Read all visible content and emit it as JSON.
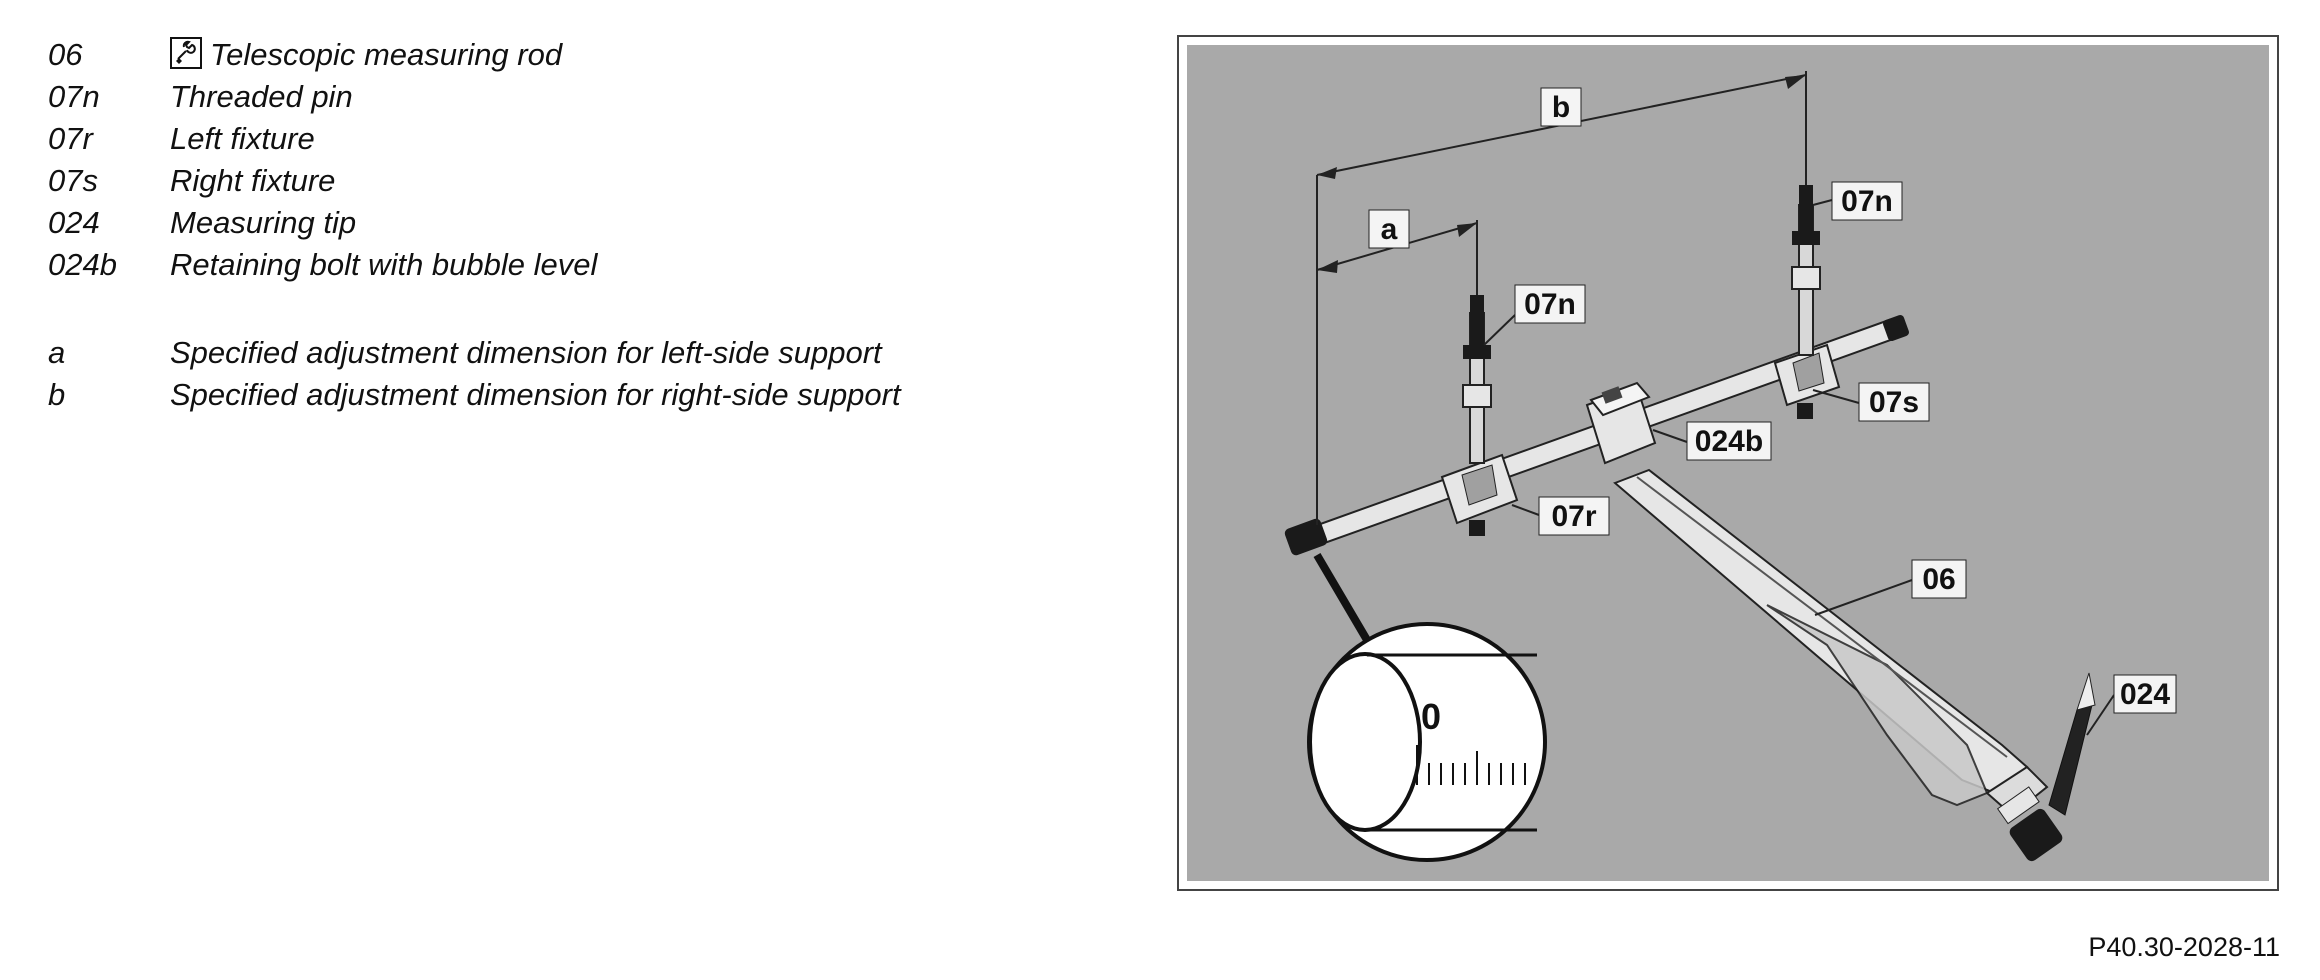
{
  "legend": {
    "items": [
      {
        "code": "06",
        "has_tool_icon": true,
        "text": "Telescopic measuring rod"
      },
      {
        "code": "07n",
        "text": "Threaded pin"
      },
      {
        "code": "07r",
        "text": "Left fixture"
      },
      {
        "code": "07s",
        "text": "Right fixture"
      },
      {
        "code": "024",
        "text": "Measuring tip"
      },
      {
        "code": "024b",
        "text": "Retaining bolt with bubble level"
      }
    ],
    "dimensions": [
      {
        "code": "a",
        "text": "Specified adjustment dimension for left-side support"
      },
      {
        "code": "b",
        "text": "Specified adjustment dimension for right-side support"
      }
    ]
  },
  "figure": {
    "labels": {
      "b": "b",
      "a": "a",
      "n1": "07n",
      "n2": "07n",
      "s": "07s",
      "b024": "024b",
      "r": "07r",
      "rod": "06",
      "tip": "024",
      "scale_zero": "0"
    },
    "reference": "P40.30-2028-11",
    "colors": {
      "background": "#a9a9a9",
      "frame": "#444444",
      "metal": "#e6e6e6",
      "dark": "#1a1a1a"
    }
  },
  "icons": {
    "tool": "wrench-tool-icon"
  }
}
